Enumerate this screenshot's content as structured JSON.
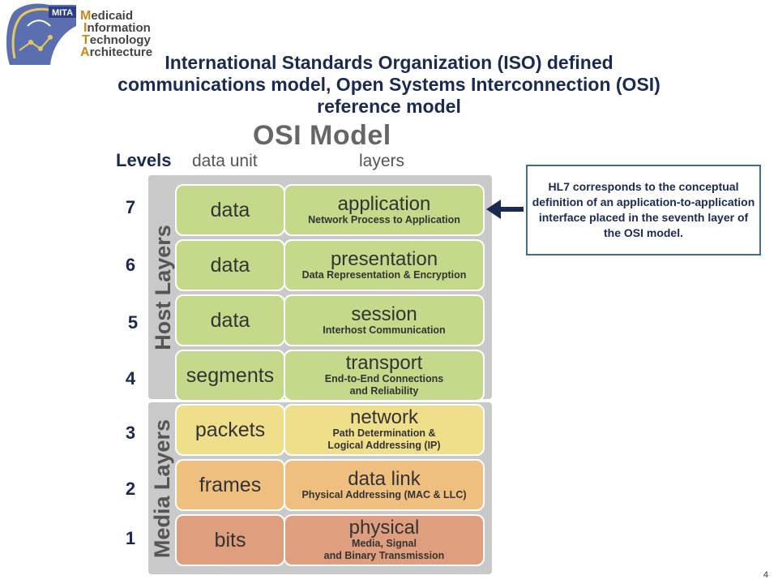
{
  "logo": {
    "badge": "MITA",
    "lines": [
      {
        "initial": "M",
        "rest": "edicaid"
      },
      {
        "initial": "I",
        "rest": "nformation"
      },
      {
        "initial": "T",
        "rest": "echnology"
      },
      {
        "initial": "A",
        "rest": "rchitecture"
      }
    ]
  },
  "title": {
    "line1": "International Standards Organization (ISO) defined",
    "line2": "communications model, Open Systems Interconnection (OSI)",
    "line3": "reference model"
  },
  "diagram": {
    "heading": "OSI Model",
    "levels_label": "Levels",
    "col_data_unit": "data unit",
    "col_layers": "layers",
    "host_label": "Host Layers",
    "media_label": "Media Layers",
    "rows": [
      {
        "level": "7",
        "unit": "data",
        "layer": "application",
        "desc1": "Network Process to Application",
        "desc2": ""
      },
      {
        "level": "6",
        "unit": "data",
        "layer": "presentation",
        "desc1": "Data Representation & Encryption",
        "desc2": ""
      },
      {
        "level": "5",
        "unit": "data",
        "layer": "session",
        "desc1": "Interhost Communication",
        "desc2": ""
      },
      {
        "level": "4",
        "unit": "segments",
        "layer": "transport",
        "desc1": "End-to-End Connections",
        "desc2": "and Reliability"
      },
      {
        "level": "3",
        "unit": "packets",
        "layer": "network",
        "desc1": "Path Determination &",
        "desc2": "Logical Addressing (IP)"
      },
      {
        "level": "2",
        "unit": "frames",
        "layer": "data link",
        "desc1": "Physical Addressing (MAC & LLC)",
        "desc2": ""
      },
      {
        "level": "1",
        "unit": "bits",
        "layer": "physical",
        "desc1": "Media, Signal",
        "desc2": "and Binary Transmission"
      }
    ],
    "colors": {
      "host_fill": "#c4d98a",
      "network_fill": "#efdf8a",
      "link_fill": "#efbf7f",
      "physical_fill": "#df9e7e"
    }
  },
  "callout": {
    "text": "HL7 corresponds to the conceptual definition of an application-to-application interface placed in the seventh layer of the OSI model."
  },
  "page_number": "4"
}
